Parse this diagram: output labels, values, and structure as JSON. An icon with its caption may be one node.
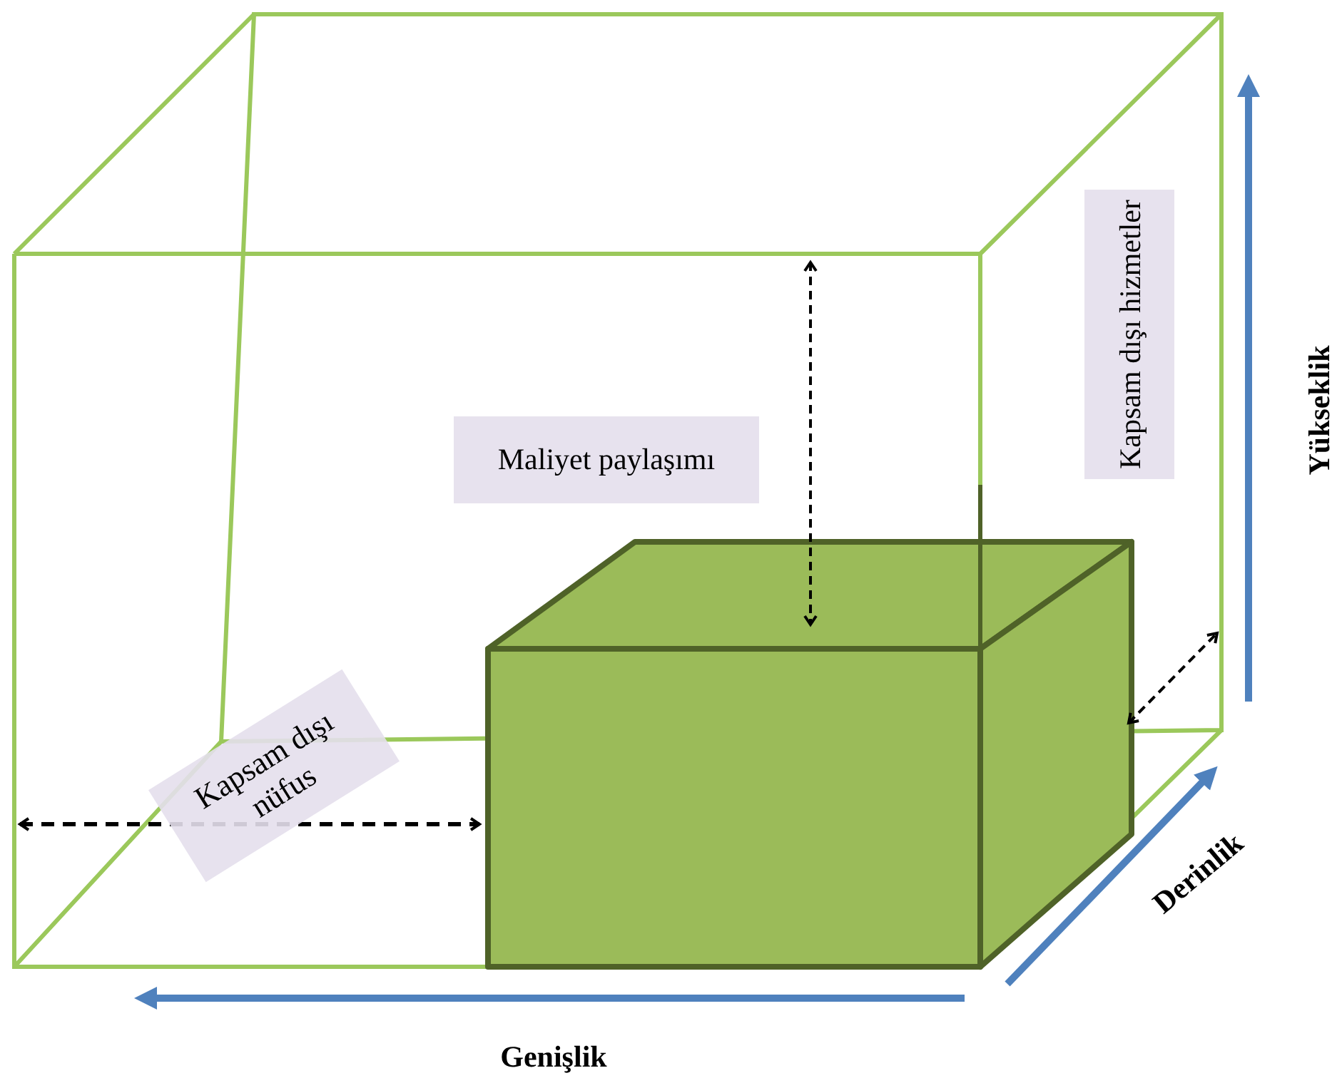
{
  "diagram": {
    "nodes": [
      {
        "text": [
          "Maliyet paylaşımı"
        ]
      },
      {
        "text": [
          "Kapsam dışı hizmetler"
        ]
      },
      {
        "text": [
          "Kapsam dışı nüfus"
        ]
      }
    ],
    "labels": [
      "Yükseklik",
      "Derinlik",
      "Genişlik"
    ]
  }
}
